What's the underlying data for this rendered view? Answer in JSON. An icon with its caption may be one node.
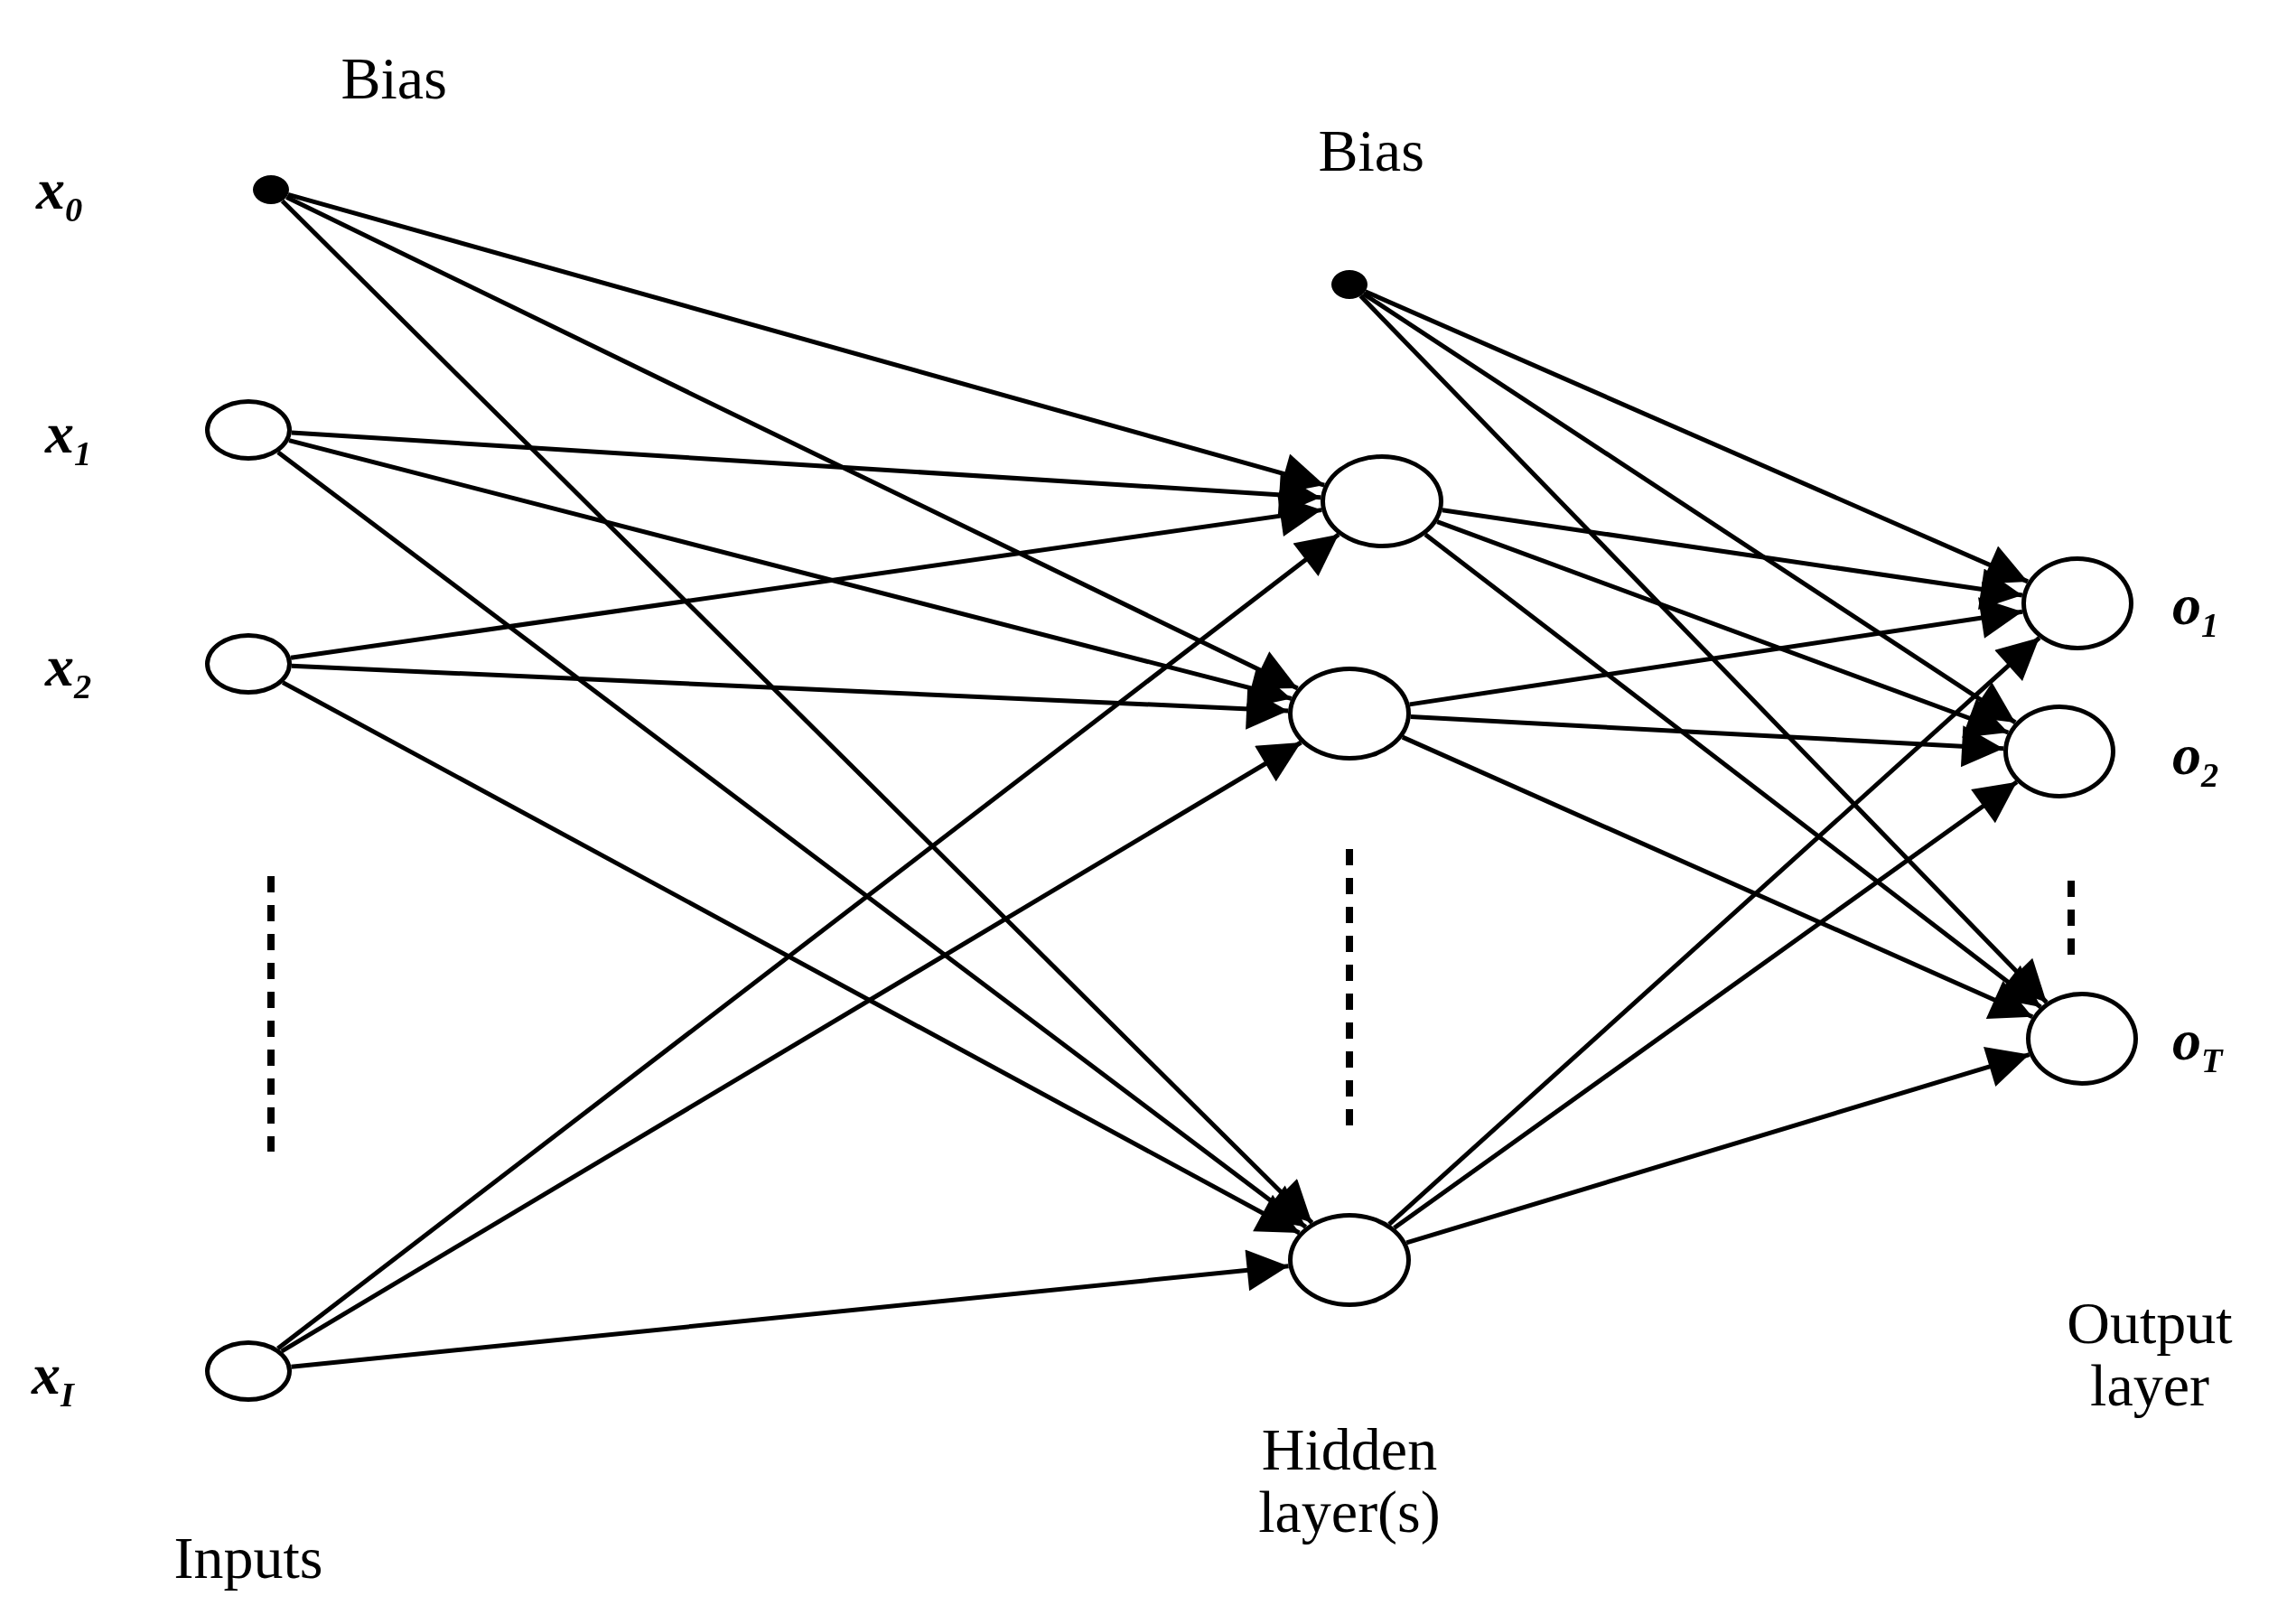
{
  "diagram": {
    "nodes": [
      {
        "text": [],
        "shape": "dot",
        "beside": [
          "x$_{0}$"
        ]
      },
      {
        "text": [],
        "shape": "circle",
        "beside": [
          "x$_{1}$"
        ]
      },
      {
        "text": [],
        "shape": "circle",
        "beside": [
          "x$_{2}$"
        ]
      },
      {
        "text": [],
        "shape": "circle",
        "beside": [
          "x$_{I}$"
        ]
      },
      {
        "text": [],
        "shape": "dot"
      },
      {
        "text": [],
        "shape": "circle"
      },
      {
        "text": [],
        "shape": "circle"
      },
      {
        "text": [],
        "shape": "circle"
      },
      {
        "text": [],
        "shape": "circle",
        "beside": [
          "o$_{1}$"
        ]
      },
      {
        "text": [],
        "shape": "circle",
        "beside": [
          "o$_{2}$"
        ]
      },
      {
        "text": [],
        "shape": "circle",
        "beside": [
          "o$_{T}$"
        ]
      }
    ],
    "edges": [
      {
        "from": 0,
        "to": 5,
        "arrow": "to"
      },
      {
        "from": 0,
        "to": 6,
        "arrow": "to"
      },
      {
        "from": 0,
        "to": 7,
        "arrow": "to"
      },
      {
        "from": 1,
        "to": 5,
        "arrow": "to"
      },
      {
        "from": 1,
        "to": 6,
        "arrow": "to"
      },
      {
        "from": 1,
        "to": 7,
        "arrow": "to"
      },
      {
        "from": 2,
        "to": 5,
        "arrow": "to"
      },
      {
        "from": 2,
        "to": 6,
        "arrow": "to"
      },
      {
        "from": 2,
        "to": 7,
        "arrow": "to"
      },
      {
        "from": 3,
        "to": 5,
        "arrow": "to"
      },
      {
        "from": 3,
        "to": 6,
        "arrow": "to"
      },
      {
        "from": 3,
        "to": 7,
        "arrow": "to"
      },
      {
        "from": 4,
        "to": 8,
        "arrow": "to"
      },
      {
        "from": 4,
        "to": 9,
        "arrow": "to"
      },
      {
        "from": 4,
        "to": 10,
        "arrow": "to"
      },
      {
        "from": 5,
        "to": 8,
        "arrow": "to"
      },
      {
        "from": 5,
        "to": 9,
        "arrow": "to"
      },
      {
        "from": 5,
        "to": 10,
        "arrow": "to"
      },
      {
        "from": 6,
        "to": 8,
        "arrow": "to"
      },
      {
        "from": 6,
        "to": 9,
        "arrow": "to"
      },
      {
        "from": 6,
        "to": 10,
        "arrow": "to"
      },
      {
        "from": 7,
        "to": 8,
        "arrow": "to"
      },
      {
        "from": 7,
        "to": 9,
        "arrow": "to"
      },
      {
        "from": 7,
        "to": 10,
        "arrow": "to"
      }
    ],
    "labels": [
      "Bias",
      "Bias",
      "Inputs",
      "Hidden layer(s)",
      "Output layer"
    ]
  }
}
